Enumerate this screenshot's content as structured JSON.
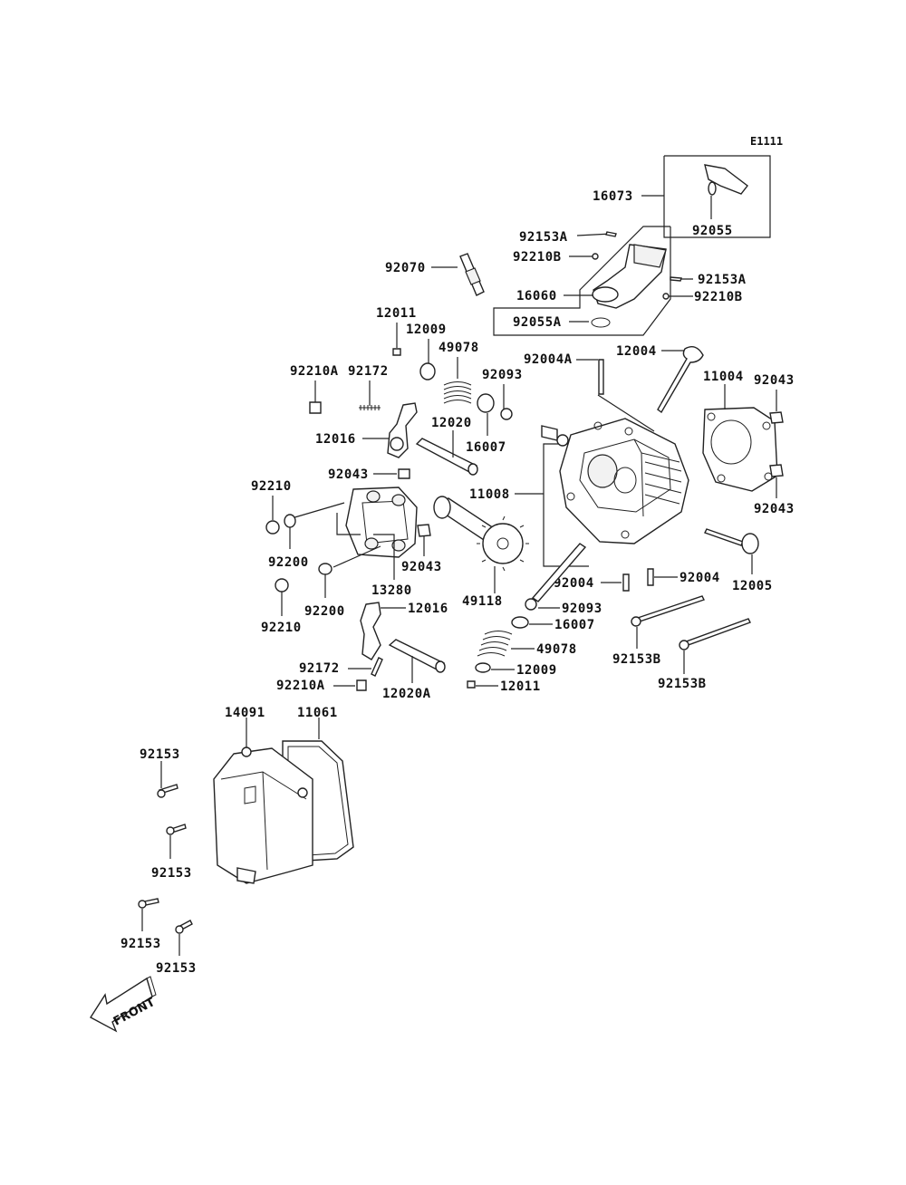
{
  "diagram_code": "E1111",
  "front_label": "FRONT",
  "labels": {
    "p16073": "16073",
    "p92055": "92055",
    "p92153A_1": "92153A",
    "p92210B_1": "92210B",
    "p92070": "92070",
    "p92153A_2": "92153A",
    "p16060": "16060",
    "p92210B_2": "92210B",
    "p92055A": "92055A",
    "p12011_1": "12011",
    "p12009_1": "12009",
    "p49078_1": "49078",
    "p92004A": "92004A",
    "p12004": "12004",
    "p92210A_1": "92210A",
    "p92172_1": "92172",
    "p92093_1": "92093",
    "p11004": "11004",
    "p92043_1": "92043",
    "p12020": "12020",
    "p12016_1": "12016",
    "p16007_1": "16007",
    "p92043_2": "92043",
    "p11008": "11008",
    "p92210_1": "92210",
    "p92043_3": "92043",
    "p92200_1": "92200",
    "p92043_4": "92043",
    "p13280": "13280",
    "p49118": "49118",
    "p12005": "12005",
    "p92004_1": "92004",
    "p92004_2": "92004",
    "p92200_2": "92200",
    "p92210_2": "92210",
    "p12016_2": "12016",
    "p92093_2": "92093",
    "p16007_2": "16007",
    "p92153B_1": "92153B",
    "p49078_2": "49078",
    "p92172_2": "92172",
    "p12009_2": "12009",
    "p92153B_2": "92153B",
    "p92210A_2": "92210A",
    "p12020A": "12020A",
    "p12011_2": "12011",
    "p14091": "14091",
    "p11061": "11061",
    "p92153_1": "92153",
    "p92153_2": "92153",
    "p92153_3": "92153",
    "p92153_4": "92153"
  }
}
